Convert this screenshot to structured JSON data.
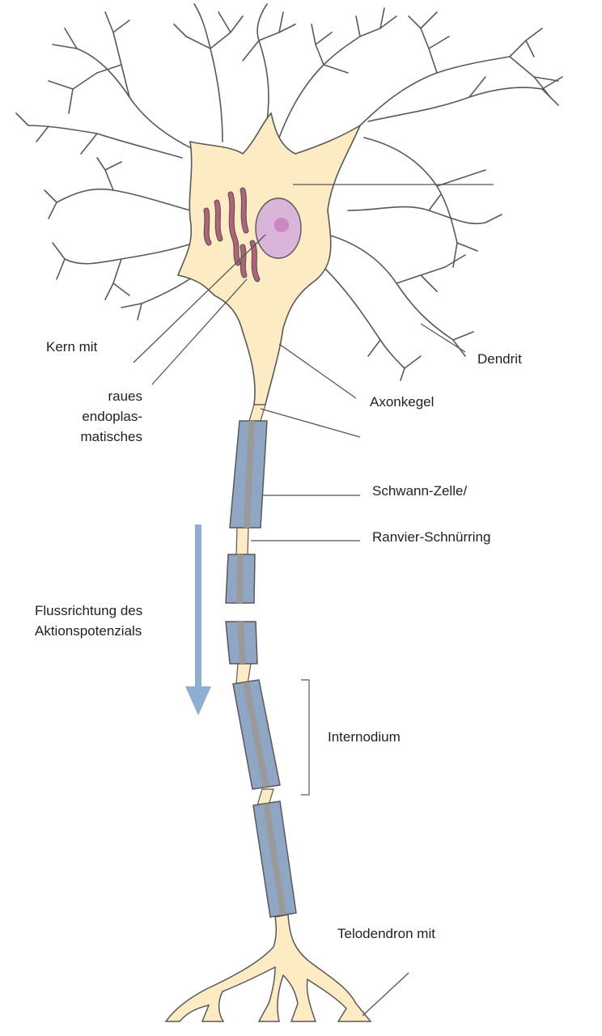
{
  "labels": {
    "kern_mit": "Kern mit",
    "raues_line1": "raues",
    "raues_line2": "endoplas-",
    "raues_line3": "matisches",
    "dendrit": "Dendrit",
    "axonkegel": "Axonkegel",
    "schwann": "Schwann-Zelle/",
    "ranvier": "Ranvier-Schnürring",
    "fluss_line1": "Flussrichtung des",
    "fluss_line2": "Aktionspotenzials",
    "internodium": "Internodium",
    "telodendron": "Telodendron mit"
  },
  "colors": {
    "cytoplasm": "#fdebc4",
    "outline": "#595959",
    "myelin": "#8fa6c4",
    "myelin_core": "#9a9a9a",
    "nucleus": "#d9b5d9",
    "nucleolus": "#c988c0",
    "er": "#b8607a",
    "arrow": "#8eaed2",
    "leader": "#555555"
  }
}
